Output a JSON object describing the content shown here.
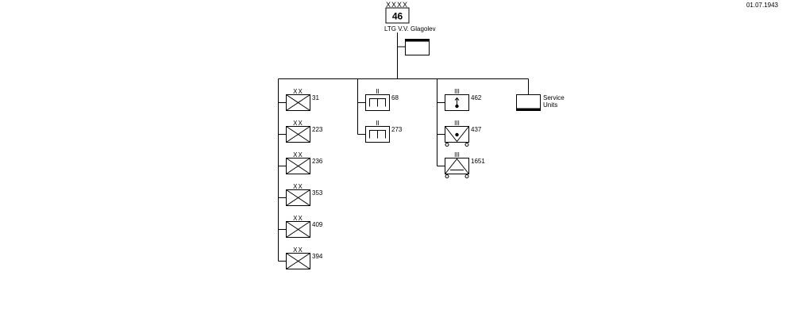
{
  "date": "01.07.1943",
  "army": {
    "size_marks": "XXXX",
    "number": "46",
    "commander": "LTG  V.V. Glagolev"
  },
  "columns": [
    {
      "units": [
        {
          "marks": "XX",
          "label": "31",
          "symbol": "infantry"
        },
        {
          "marks": "XX",
          "label": "223",
          "symbol": "infantry"
        },
        {
          "marks": "XX",
          "label": "236",
          "symbol": "infantry"
        },
        {
          "marks": "XX",
          "label": "353",
          "symbol": "infantry"
        },
        {
          "marks": "XX",
          "label": "409",
          "symbol": "infantry"
        },
        {
          "marks": "XX",
          "label": "394",
          "symbol": "infantry"
        }
      ]
    },
    {
      "units": [
        {
          "marks": "II",
          "label": "68",
          "symbol": "engineer"
        },
        {
          "marks": "II",
          "label": "273",
          "symbol": "engineer"
        }
      ]
    },
    {
      "units": [
        {
          "marks": "III",
          "label": "462",
          "symbol": "rocket-artillery"
        },
        {
          "marks": "III",
          "label": "437",
          "symbol": "motorized-anti-tank"
        },
        {
          "marks": "III",
          "label": "1651",
          "symbol": "motorized-anti-aircraft"
        }
      ]
    }
  ],
  "service": {
    "line1": "Service",
    "line2": "Units"
  }
}
